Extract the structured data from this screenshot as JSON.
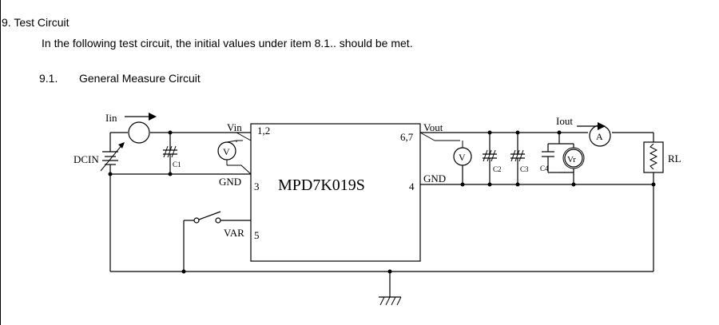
{
  "section": {
    "heading": "9. Test Circuit",
    "intro": "In the following test circuit, the initial values under item 8.1.. should be met."
  },
  "subsection": {
    "number": "9.1.",
    "title": "General Measure Circuit"
  },
  "circuit": {
    "ic_name": "MPD7K019S",
    "pins": {
      "vin": "Vin",
      "vin_pins": "1,2",
      "gnd": "GND",
      "gnd_pin": "3",
      "var": "VAR",
      "var_pin": "5",
      "vout": "Vout",
      "vout_pins": "6,7",
      "gnd_out": "GND",
      "gnd_out_pin": "4"
    },
    "labels": {
      "iin": "Iin",
      "iout": "Iout",
      "dcin": "DCIN",
      "rl": "RL",
      "c1": "C1",
      "c2": "C2",
      "c3": "C3",
      "c4": "C4"
    },
    "meters": {
      "v_in": "V",
      "v_out": "V",
      "vr": "Vr",
      "ammeter": "A"
    }
  }
}
